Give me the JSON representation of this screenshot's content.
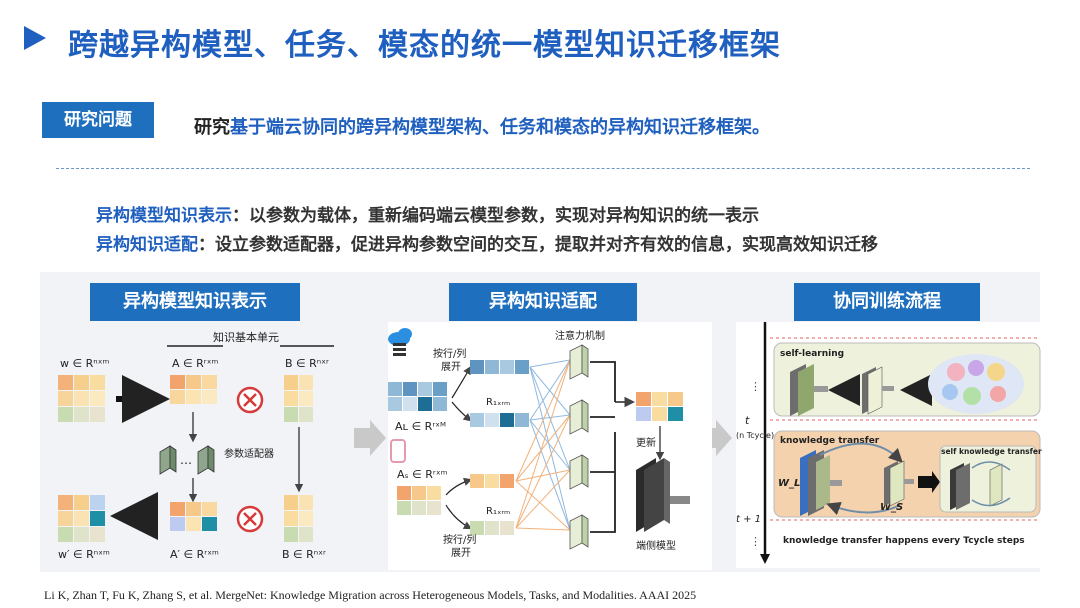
{
  "title": "跨越异构模型、任务、模态的统一模型知识迁移框架",
  "question": {
    "tag": "研究问题",
    "prefix": "研究",
    "highlight": "基于端云协同的跨异构模型架构、任务和模态的异构知识迁移框架。"
  },
  "points": [
    {
      "key": "异构模型知识表示",
      "text": "：以参数为载体，重新编码端云模型参数，实现对异构知识的统一表示"
    },
    {
      "key": "异构知识适配",
      "text": "：设立参数适配器，促进异构参数空间的交互，提取并对齐有效的信息，实现高效知识迁移"
    }
  ],
  "panels": {
    "representation": {
      "header": "异构模型知识表示",
      "unit_label": "知识基本单元",
      "w": "w ∈ Rⁿˣᵐ",
      "a": "A ∈ Rʳˣᵐ",
      "b": "B ∈ Rⁿˣʳ",
      "adapter": "参数适配器",
      "w2": "w′ ∈ Rⁿˣᵐ",
      "a2": "A′ ∈ Rʳˣᵐ",
      "b2": "B ∈ Rⁿˣʳ"
    },
    "adaptation": {
      "header": "异构知识适配",
      "attention": "注意力机制",
      "expand_top": [
        "按行/列",
        "展开"
      ],
      "r_top": "R₁ₓᵣₘ",
      "al": "Aʟ ∈ Rʳˣᴹ",
      "as": "Aₛ ∈ Rʳˣᵐ",
      "r_bottom": "R₁ₓᵣₘ",
      "expand_bottom": [
        "按行/列",
        "展开"
      ],
      "update": "更新",
      "edge": "端侧模型"
    },
    "training": {
      "header": "协同训练流程",
      "self_learning": "self-learning",
      "t": "t",
      "nt": "(n Tcycle)",
      "knowledge_transfer": "knowledge transfer",
      "self_kt": "self knowledge transfer",
      "wl": "W_L",
      "ws": "W_S",
      "t1": "t + 1",
      "footer": "knowledge transfer happens every Tcycle steps"
    }
  },
  "citation": "Li K, Zhan T, Fu K, Zhang S, et al. MergeNet: Knowledge Migration across Heterogeneous Models, Tasks, and Modalities. AAAI 2025"
}
